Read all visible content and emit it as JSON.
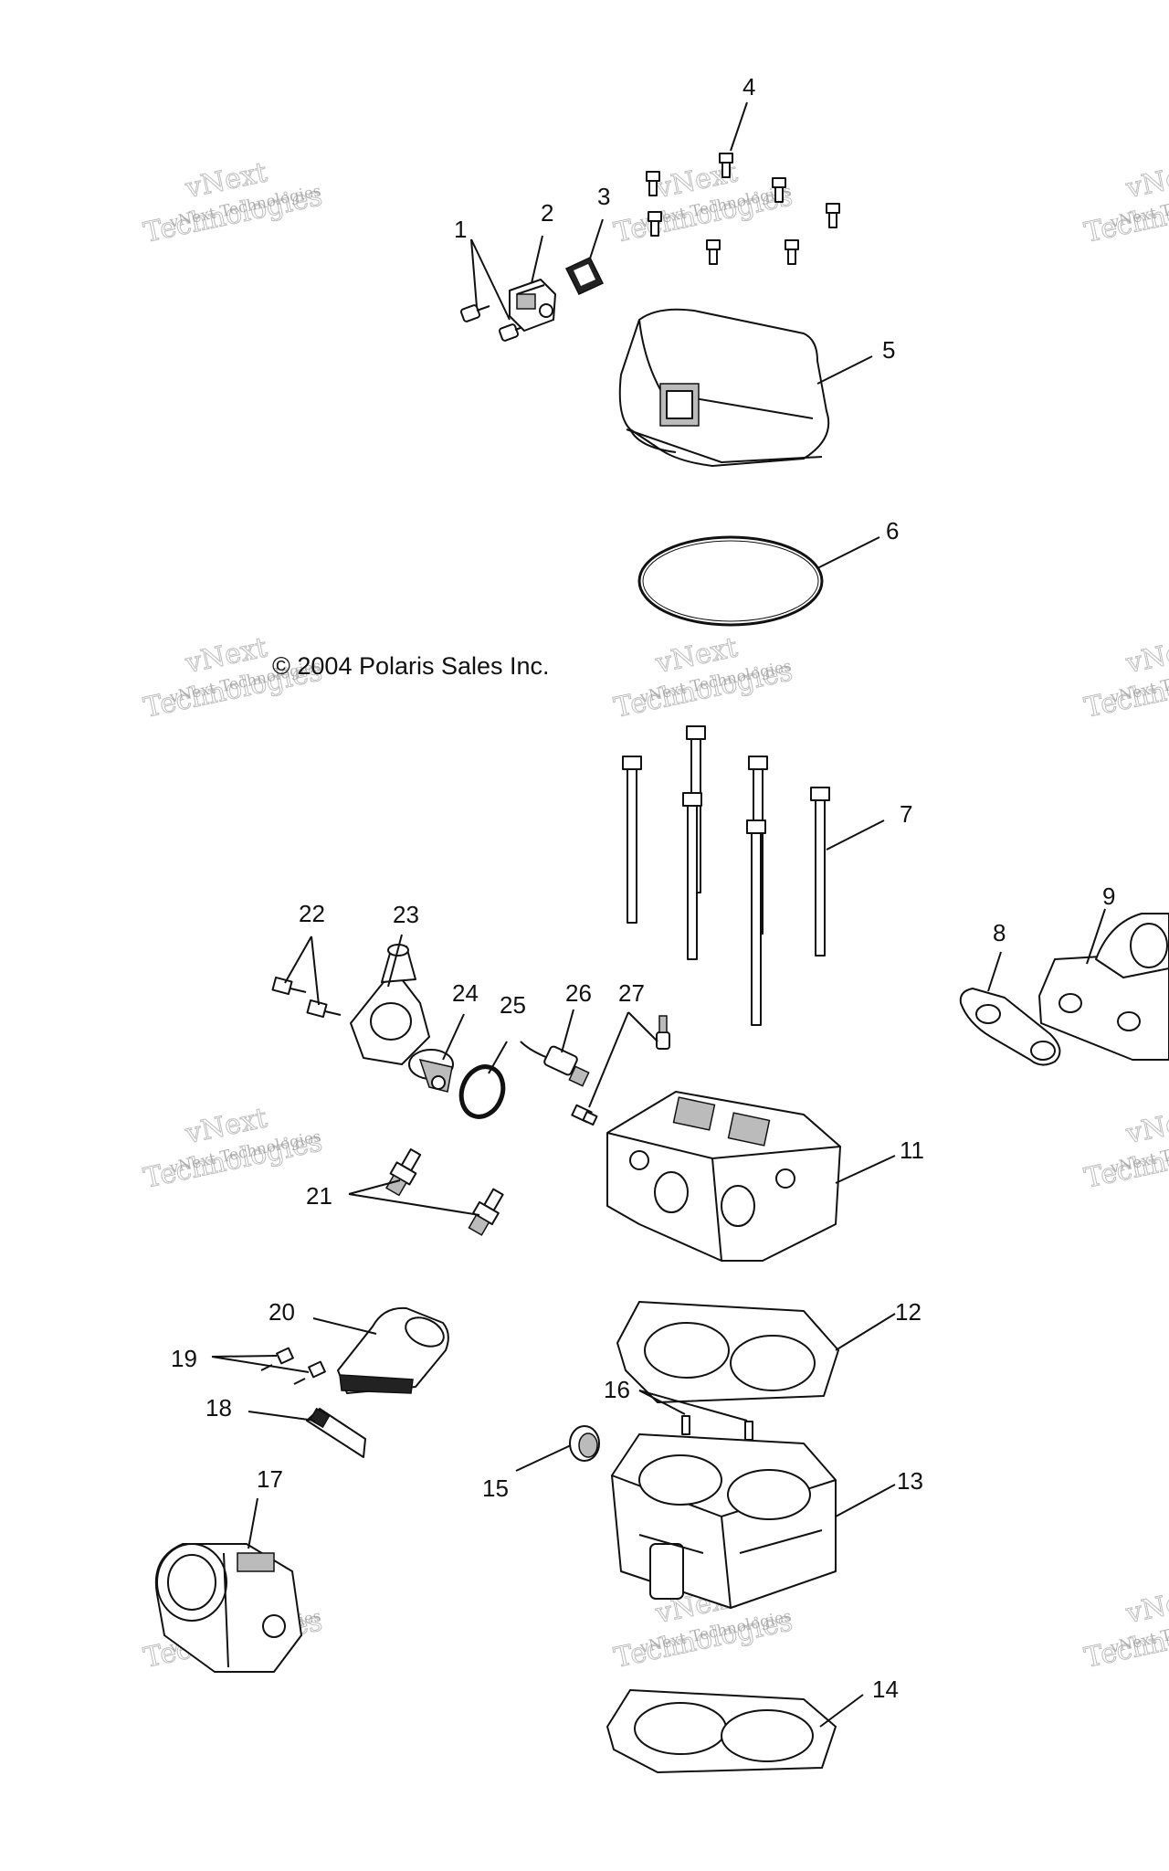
{
  "copyright": "© 2004 Polaris Sales Inc.",
  "watermark": {
    "line1": "vNext Technologies",
    "line2": "vNext",
    "line3": "Technologies"
  },
  "callouts": [
    {
      "num": "1",
      "part": "screw"
    },
    {
      "num": "2",
      "part": "sensor"
    },
    {
      "num": "3",
      "part": "gasket"
    },
    {
      "num": "4",
      "part": "bolt"
    },
    {
      "num": "5",
      "part": "valve-cover"
    },
    {
      "num": "6",
      "part": "o-ring"
    },
    {
      "num": "7",
      "part": "head-bolt"
    },
    {
      "num": "8",
      "part": "exhaust-gasket"
    },
    {
      "num": "9",
      "part": "exhaust-manifold"
    },
    {
      "num": "11",
      "part": "cylinder-head"
    },
    {
      "num": "12",
      "part": "head-gasket"
    },
    {
      "num": "13",
      "part": "cylinder"
    },
    {
      "num": "14",
      "part": "base-gasket"
    },
    {
      "num": "15",
      "part": "plug"
    },
    {
      "num": "16",
      "part": "dowel-pin"
    },
    {
      "num": "17",
      "part": "throttle-body"
    },
    {
      "num": "18",
      "part": "clamp"
    },
    {
      "num": "19",
      "part": "screw"
    },
    {
      "num": "20",
      "part": "intake-boot"
    },
    {
      "num": "21",
      "part": "spark-plug"
    },
    {
      "num": "22",
      "part": "screw"
    },
    {
      "num": "23",
      "part": "thermostat-housing"
    },
    {
      "num": "24",
      "part": "thermostat"
    },
    {
      "num": "25",
      "part": "seal"
    },
    {
      "num": "26",
      "part": "temp-sensor"
    },
    {
      "num": "27",
      "part": "fitting"
    }
  ]
}
